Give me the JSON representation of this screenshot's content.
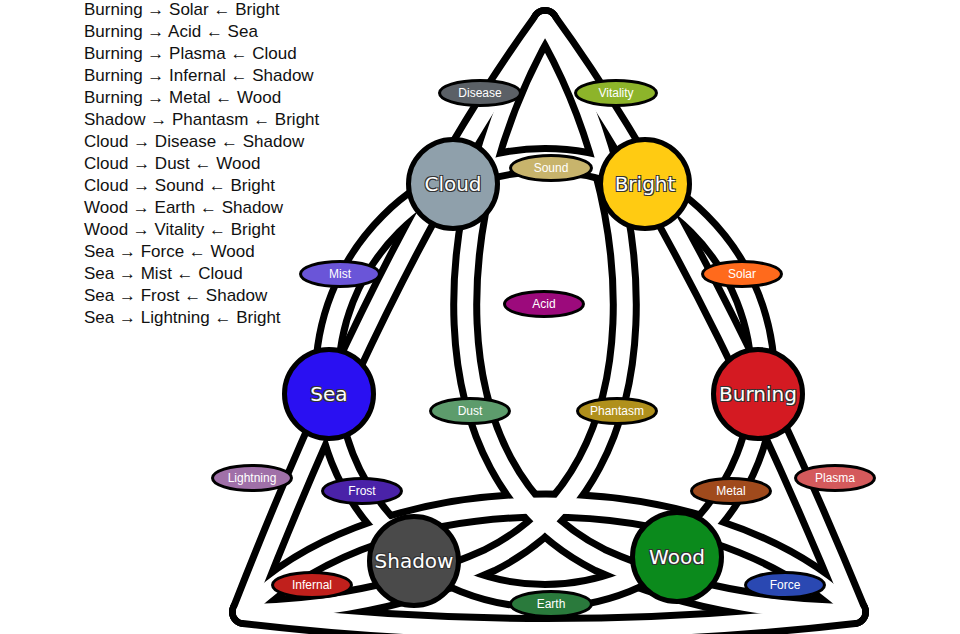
{
  "diagram": {
    "nodes": [
      {
        "text": [
          "Disease"
        ]
      },
      {
        "text": [
          "Vitality"
        ]
      },
      {
        "text": [
          "Cloud"
        ]
      },
      {
        "text": [
          "Sound"
        ]
      },
      {
        "text": [
          "Bright"
        ]
      },
      {
        "text": [
          "Mist"
        ]
      },
      {
        "text": [
          "Solar"
        ]
      },
      {
        "text": [
          "Acid"
        ]
      },
      {
        "text": [
          "Sea"
        ]
      },
      {
        "text": [
          "Burning"
        ]
      },
      {
        "text": [
          "Dust"
        ]
      },
      {
        "text": [
          "Phantasm"
        ]
      },
      {
        "text": [
          "Lightning"
        ]
      },
      {
        "text": [
          "Plasma"
        ]
      },
      {
        "text": [
          "Frost"
        ]
      },
      {
        "text": [
          "Metal"
        ]
      },
      {
        "text": [
          "Wood"
        ]
      },
      {
        "text": [
          "Shadow"
        ]
      },
      {
        "text": [
          "Infernal"
        ]
      },
      {
        "text": [
          "Force"
        ]
      },
      {
        "text": [
          "Earth"
        ]
      }
    ],
    "labels": [
      "Burning → Solar ← Bright",
      "Burning → Acid ← Sea",
      "Burning → Plasma ← Cloud",
      "Burning → Infernal ← Shadow",
      "Burning → Metal ← Wood",
      "Shadow → Phantasm ← Bright",
      "Cloud → Disease ← Shadow",
      "Cloud → Dust ← Wood",
      "Cloud → Sound ← Bright",
      "Wood → Earth ← Shadow",
      "Wood → Vitality ← Bright",
      "Sea → Force ← Wood",
      "Sea → Mist ← Cloud",
      "Sea → Frost ← Shadow",
      "Sea → Lightning ← Bright"
    ]
  }
}
